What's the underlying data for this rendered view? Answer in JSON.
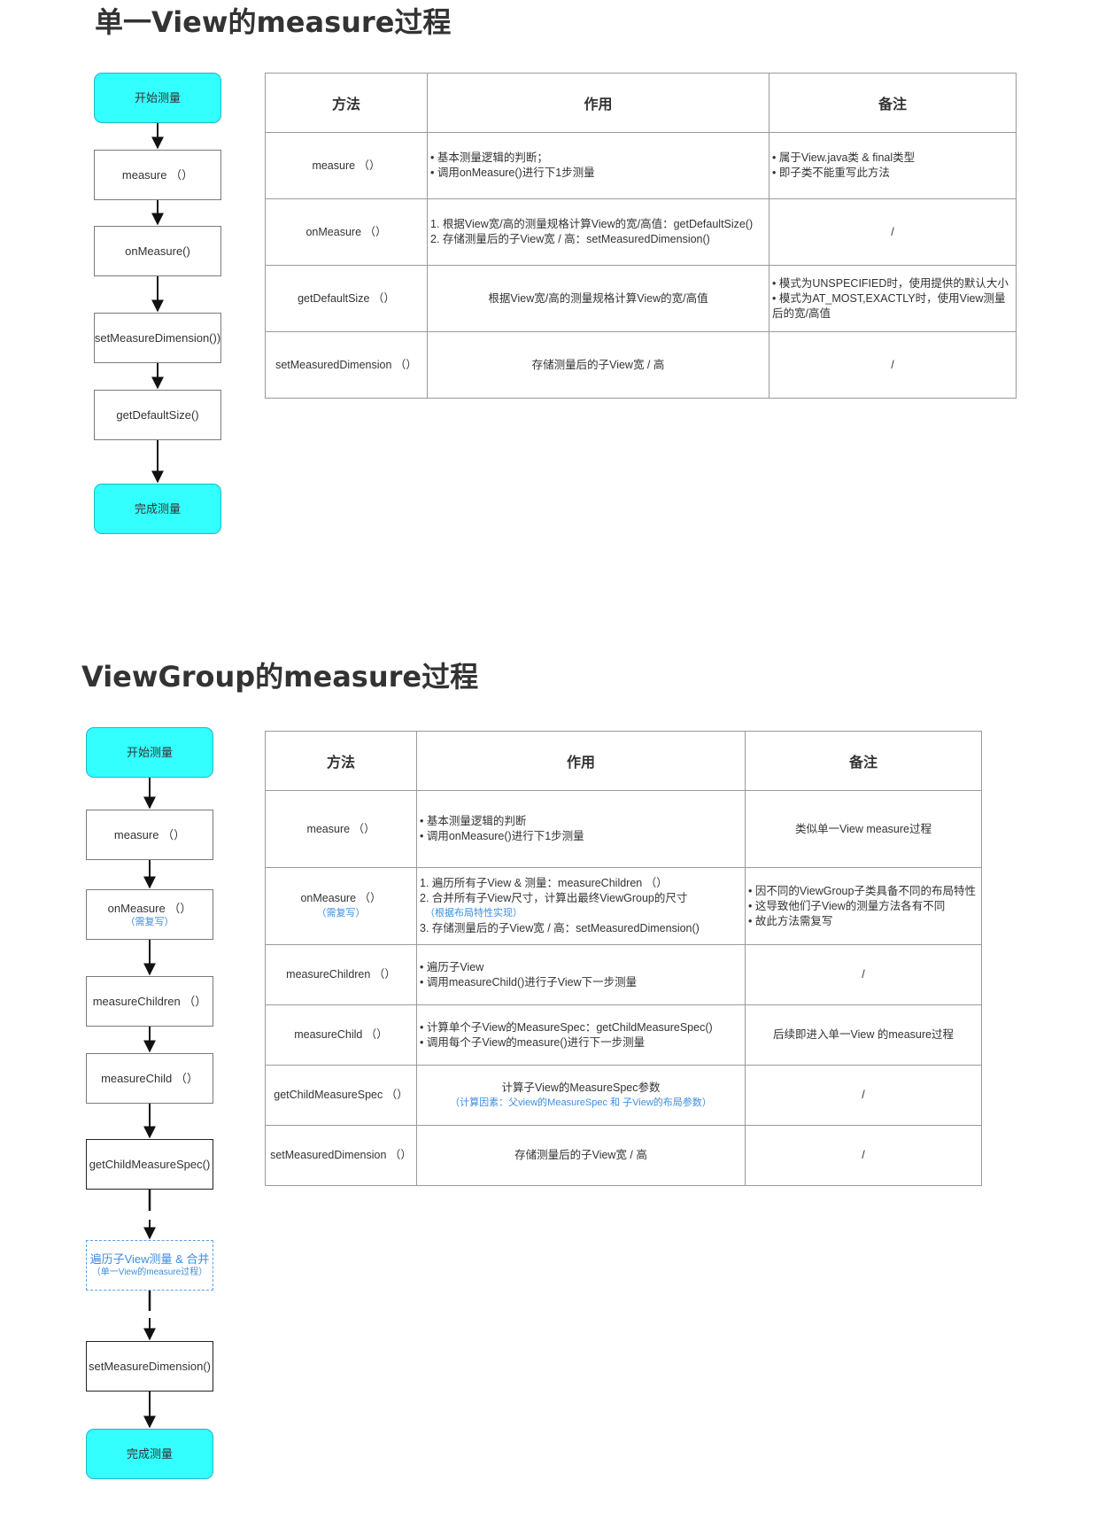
{
  "section1": {
    "title": "单一View的measure过程",
    "flow": {
      "start": "开始测量",
      "steps": [
        "measure （）",
        "onMeasure()",
        "setMeasureDimension())",
        "getDefaultSize()"
      ],
      "end": "完成测量"
    },
    "table": {
      "headers": [
        "方法",
        "作用",
        "备注"
      ],
      "rows": [
        {
          "method": "measure （）",
          "purpose": [
            "• 基本测量逻辑的判断；",
            "• 调用onMeasure()进行下1步测量"
          ],
          "note": [
            "• 属于View.java类 & final类型",
            "• 即子类不能重写此方法"
          ]
        },
        {
          "method": "onMeasure （）",
          "purpose": [
            "1. 根据View宽/高的测量规格计算View的宽/高值：getDefaultSize()",
            "2. 存储测量后的子View宽 / 高：setMeasuredDimension()"
          ],
          "note": [
            "/"
          ]
        },
        {
          "method": "getDefaultSize （）",
          "purpose": [
            "根据View宽/高的测量规格计算View的宽/高值"
          ],
          "note": [
            "• 模式为UNSPECIFIED时，使用提供的默认大小",
            "• 模式为AT_MOST,EXACTLY时，使用View测量后的宽/高值"
          ]
        },
        {
          "method": "setMeasuredDimension （）",
          "purpose": [
            "存储测量后的子View宽 / 高"
          ],
          "note": [
            "/"
          ]
        }
      ]
    }
  },
  "section2": {
    "title": "ViewGroup的measure过程",
    "flow": {
      "start": "开始测量",
      "measure": "measure （）",
      "onmeasure": "onMeasure （）",
      "onmeasure_sub": "（需复写）",
      "measure_children": "measureChildren （）",
      "measure_child": "measureChild （）",
      "get_child_spec": "getChildMeasureSpec()",
      "traverse": "遍历子View测量 & 合并",
      "traverse_sub": "（单一View的measure过程）",
      "set_dimension": "setMeasureDimension()",
      "end": "完成测量"
    },
    "table": {
      "headers": [
        "方法",
        "作用",
        "备注"
      ],
      "rows": [
        {
          "method": "measure （）",
          "method_sub": "",
          "purpose": [
            "• 基本测量逻辑的判断",
            "• 调用onMeasure()进行下1步测量"
          ],
          "purpose_sub": "",
          "note": [
            "类似单一View measure过程"
          ]
        },
        {
          "method": "onMeasure （）",
          "method_sub": "（需复写）",
          "purpose": [
            "1. 遍历所有子View & 测量：measureChildren （）",
            "2. 合并所有子View尺寸，计算出最终ViewGroup的尺寸",
            "（根据布局特性实现）",
            "3. 存储测量后的子View宽 / 高：setMeasuredDimension()"
          ],
          "purpose_sub": "",
          "note": [
            "• 因不同的ViewGroup子类具备不同的布局特性",
            "• 这导致他们子View的测量方法各有不同",
            "• 故此方法需复写"
          ]
        },
        {
          "method": "measureChildren （）",
          "method_sub": "",
          "purpose": [
            "• 遍历子View",
            "• 调用measureChild()进行子View下一步测量"
          ],
          "purpose_sub": "",
          "note": [
            "/"
          ]
        },
        {
          "method": "measureChild （）",
          "method_sub": "",
          "purpose": [
            "• 计算单个子View的MeasureSpec：getChildMeasureSpec()",
            "• 调用每个子View的measure()进行下一步测量"
          ],
          "purpose_sub": "",
          "note": [
            "后续即进入单一View 的measure过程"
          ]
        },
        {
          "method": "getChildMeasureSpec （）",
          "method_sub": "",
          "purpose": [
            "计算子View的MeasureSpec参数"
          ],
          "purpose_sub": "（计算因素：父view的MeasureSpec 和 子View的布局参数）",
          "note": [
            "/"
          ]
        },
        {
          "method": "setMeasuredDimension （）",
          "method_sub": "",
          "purpose": [
            "存储测量后的子View宽 / 高"
          ],
          "purpose_sub": "",
          "note": [
            "/"
          ]
        }
      ]
    }
  }
}
